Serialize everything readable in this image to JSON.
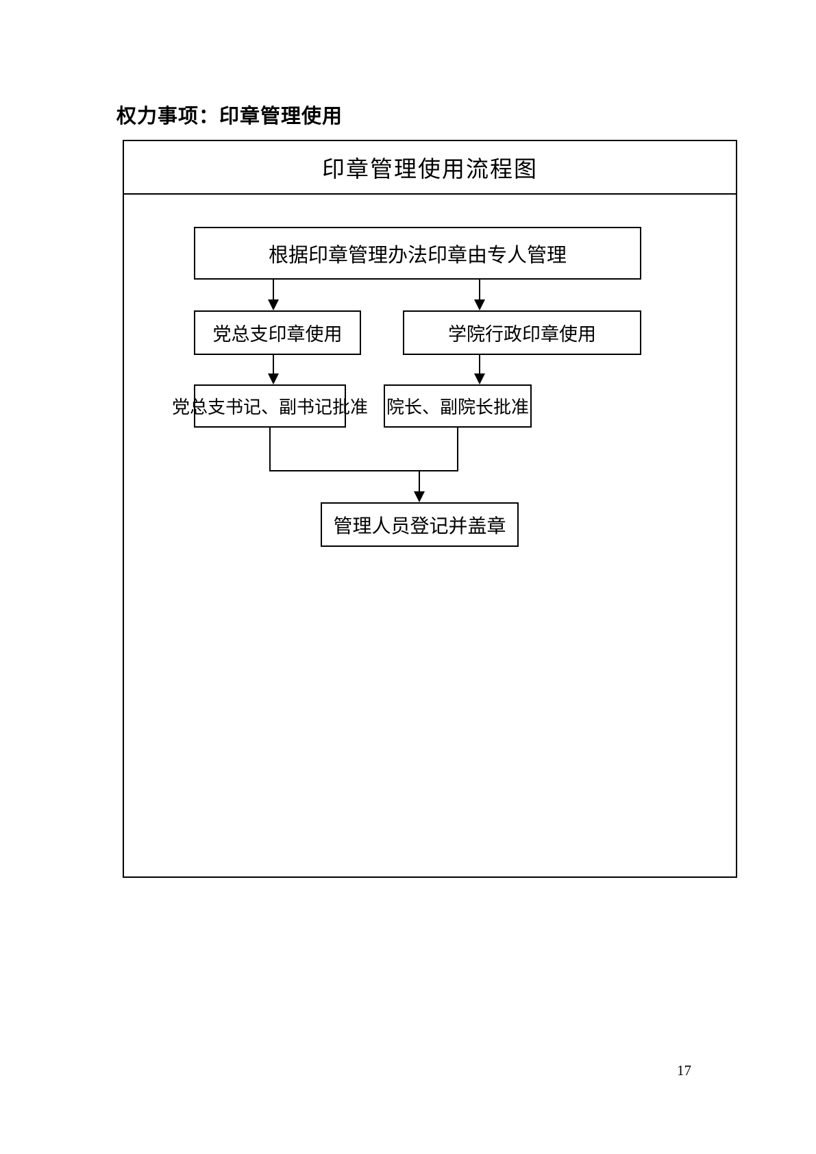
{
  "page": {
    "heading": "权力事项：印章管理使用",
    "page_number": "17"
  },
  "flowchart": {
    "title": "印章管理使用流程图",
    "nodes": {
      "root": "根据印章管理办法印章由专人管理",
      "party_use": "党总支印章使用",
      "admin_use": "学院行政印章使用",
      "party_approve": "党总支书记、副书记批准",
      "admin_approve": "院长、副院长批准",
      "register": "管理人员登记并盖章"
    },
    "colors": {
      "line": "#000000",
      "text": "#000000",
      "background": "#ffffff"
    }
  }
}
